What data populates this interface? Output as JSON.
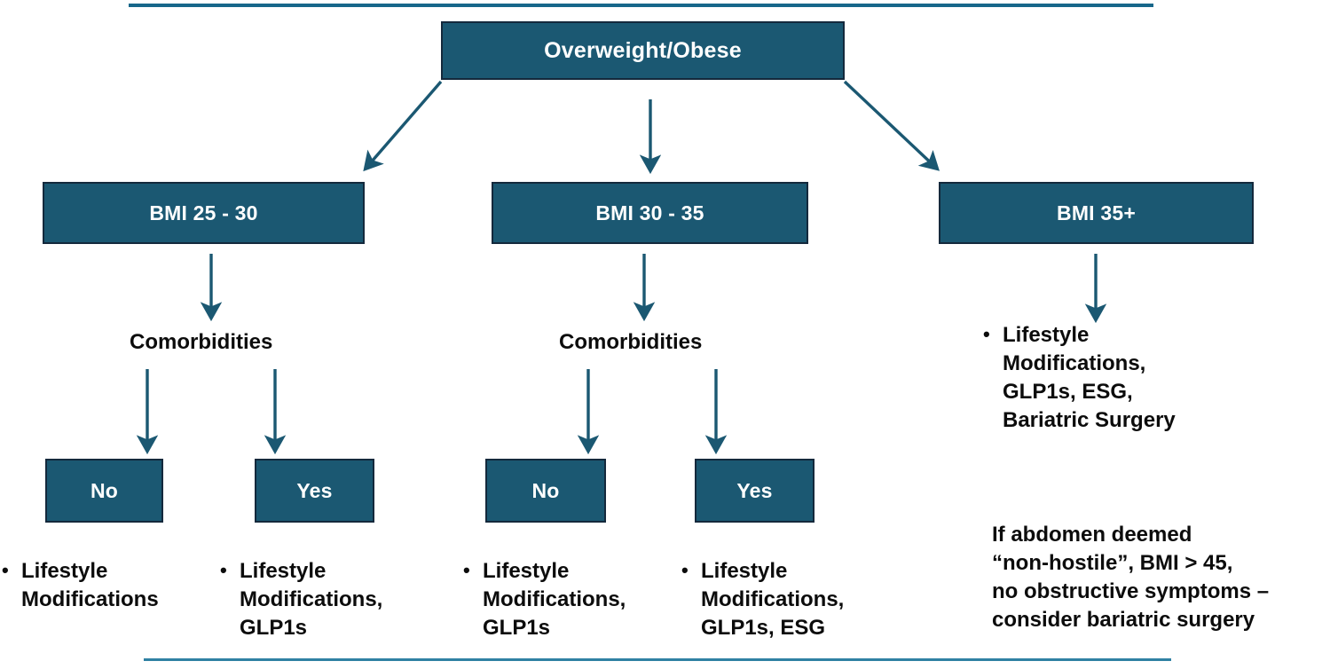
{
  "diagram": {
    "title": "Overweight/Obese management pathway",
    "colors": {
      "node_fill": "#1b5872",
      "node_border": "#14293c",
      "node_text": "#ffffff",
      "arrow": "#1b5872",
      "rule_top": "#17678a",
      "rule_bottom": "#2f81a3",
      "body_text": "#0c0c0c",
      "background": "#ffffff"
    },
    "root": {
      "label": "Overweight/Obese"
    },
    "branches": [
      {
        "label": "BMI 25 - 30"
      },
      {
        "label": "BMI 30 - 35"
      },
      {
        "label": "BMI 35+"
      }
    ],
    "comorbidity_labels": [
      "Comorbidities",
      "Comorbidities"
    ],
    "decisions": [
      {
        "label": "No"
      },
      {
        "label": "Yes"
      },
      {
        "label": "No"
      },
      {
        "label": "Yes"
      }
    ],
    "bullet_char": "•",
    "outcomes": [
      {
        "lines": [
          "Lifestyle",
          "Modifications"
        ]
      },
      {
        "lines": [
          "Lifestyle",
          "Modifications,",
          "GLP1s"
        ]
      },
      {
        "lines": [
          "Lifestyle",
          "Modifications,",
          "GLP1s"
        ]
      },
      {
        "lines": [
          "Lifestyle",
          "Modifications,",
          "GLP1s, ESG"
        ]
      },
      {
        "lines": [
          "Lifestyle",
          "Modifications,",
          "GLP1s, ESG,",
          "Bariatric Surgery"
        ]
      }
    ],
    "right_note": {
      "lines": [
        "If abdomen deemed",
        "“non-hostile”, BMI > 45,",
        "no obstructive symptoms –",
        "consider bariatric surgery"
      ]
    }
  }
}
